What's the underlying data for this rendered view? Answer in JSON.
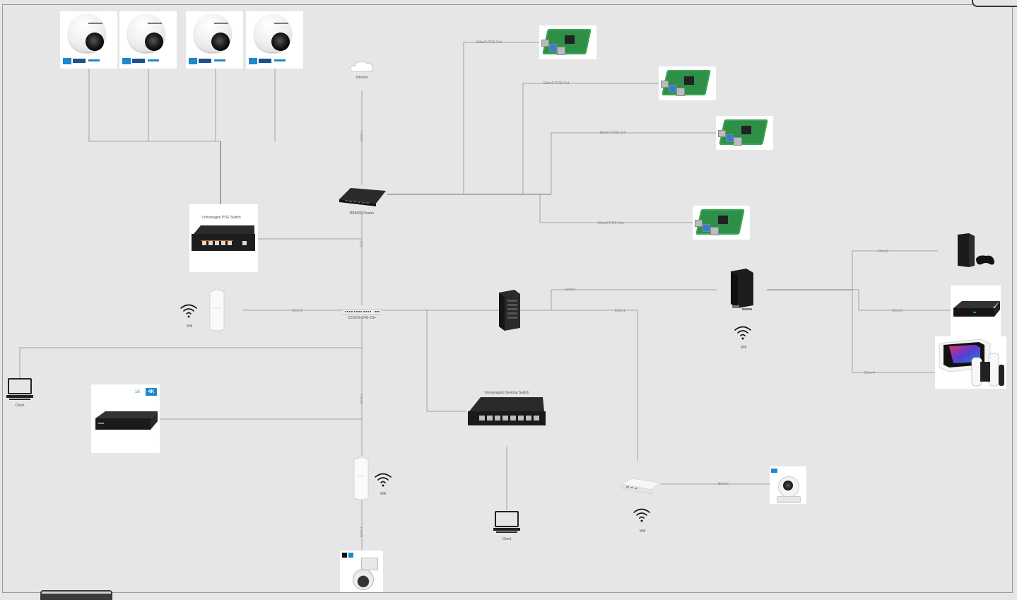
{
  "nodes": {
    "internet": "Internet",
    "router": "RB5009 Router",
    "poe_switch": "Unmanaged POE Switch",
    "core_switch": "CSS326-24G-2S+",
    "desktop_switch": "Unmanaged Desktop Switch",
    "wifi_left": "Wifi",
    "wifi_bottom": "Wifi",
    "wifi_right": "Wifi",
    "wifi_mini": "Wifi",
    "client_left": "Client",
    "client_bottom": "Client"
  },
  "links": {
    "ether5": "Ether5 POE Out",
    "ether6": "Ether6 POE Out",
    "ether7": "Ether7 POE Out",
    "ether8": "Ether8 POE Out",
    "ether2_ps": "Ether2",
    "ether3": "Ether3",
    "ether4": "Ether4",
    "ether1_ax": "Ether1",
    "ether1_mini": "Ether1",
    "ether1_wifi": "Ether1",
    "ether2_cam": "Ether2",
    "v_internet": "Ether1",
    "v_sfp": "SFP",
    "v_core_down": "Ether1",
    "v_ap_down": "Ether1"
  },
  "nvr_badge": {
    "channels": "16",
    "res": "4K"
  },
  "colors": {
    "background": "#e6e6e6",
    "line": "#a0a0a0",
    "card": "#ffffff"
  },
  "icons": [
    "camera-icon",
    "raspberry-pi-icon",
    "cloud-icon",
    "router-icon",
    "switch-icon",
    "wifi-icon",
    "laptop-icon",
    "nvr-icon",
    "playstation-icon",
    "media-box-icon",
    "switch-console-icon",
    "ptz-camera-icon",
    "indoor-camera-icon",
    "access-point-icon"
  ]
}
